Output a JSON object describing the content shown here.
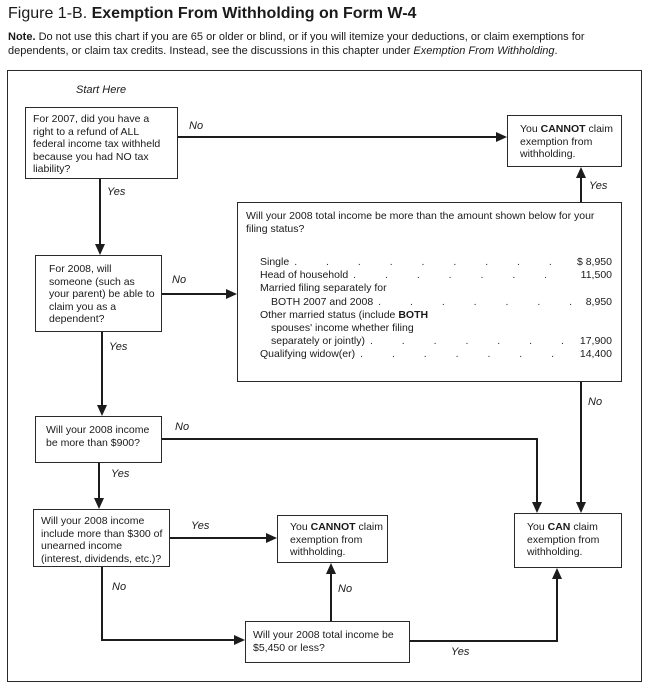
{
  "title": {
    "prefix": "Figure 1-B.",
    "main": "Exemption From Withholding on Form W-4"
  },
  "note": {
    "label": "Note.",
    "body": "Do not use this chart if you are 65 or older or blind, or if you will itemize your deductions, or claim exemptions for dependents, or claim tax credits. Instead, see the discussions in this chapter under",
    "italic_ref": "Exemption From Withholding",
    "suffix": "."
  },
  "flowchart": {
    "start_label": "Start Here",
    "boxes": {
      "refund_2007": "For 2007, did you have a right to a refund of ALL federal income tax withheld because you had NO tax liability?",
      "dependent_2008": "For 2008, will someone (such as your parent) be able to claim you as a dependent?",
      "income_900": "Will your 2008 income be more than $900?",
      "unearned_300": "Will your 2008 income include more than $300 of unearned income (interest, dividends, etc.)?",
      "total_5450": "Will your 2008 total income be $5,450 or less?",
      "cannot": {
        "pre": "You",
        "emph": "CANNOT",
        "post": "claim exemption from withholding."
      },
      "can": {
        "pre": "You",
        "emph": "CAN",
        "post": "claim exemption from withholding."
      }
    },
    "income_table": {
      "question": "Will your 2008 total income be more than the amount shown below for your filing status?",
      "rows": [
        {
          "label": "Single",
          "amount": "$ 8,950",
          "indent": false,
          "leader": true
        },
        {
          "label": "Head of household",
          "amount": "11,500",
          "indent": false,
          "leader": true
        },
        {
          "label": "Married filing separately for",
          "amount": "",
          "indent": false,
          "leader": false
        },
        {
          "label": "BOTH 2007 and 2008",
          "amount": "8,950",
          "indent": true,
          "leader": true
        },
        {
          "label": "Other married status (include ",
          "label_bold": "BOTH",
          "amount": "",
          "indent": false,
          "leader": false
        },
        {
          "label": "spouses' income whether filing",
          "amount": "",
          "indent": true,
          "leader": false
        },
        {
          "label": "separately or jointly)",
          "amount": "17,900",
          "indent": true,
          "leader": true
        },
        {
          "label": "Qualifying widow(er)",
          "amount": "14,400",
          "indent": false,
          "leader": true
        }
      ]
    },
    "edge_labels": {
      "refund_no": "No",
      "refund_yes": "Yes",
      "dependent_no": "No",
      "dependent_yes": "Yes",
      "income900_no": "No",
      "income900_yes": "Yes",
      "unearned_yes": "Yes",
      "unearned_no": "No",
      "total5450_no": "No",
      "total5450_yes": "Yes",
      "filing_yes": "Yes",
      "filing_no": "No"
    }
  }
}
